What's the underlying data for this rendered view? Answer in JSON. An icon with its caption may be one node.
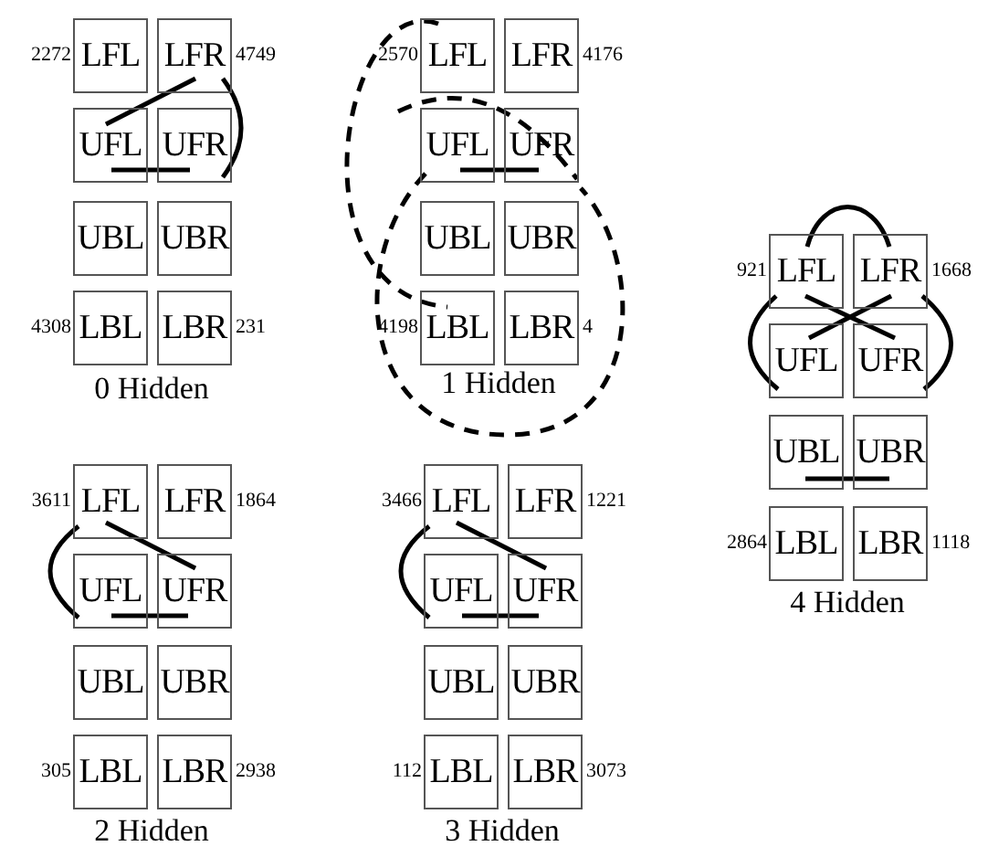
{
  "diagram": {
    "nodes": [
      {
        "text": [
          "LFL"
        ],
        "beside": [
          "2272"
        ]
      },
      {
        "text": [
          "LFR"
        ],
        "beside": [
          "4749"
        ]
      },
      {
        "text": [
          "UFL"
        ]
      },
      {
        "text": [
          "UFR"
        ]
      },
      {
        "text": [
          "UBL"
        ]
      },
      {
        "text": [
          "UBR"
        ]
      },
      {
        "text": [
          "LBL"
        ],
        "beside": [
          "4308"
        ]
      },
      {
        "text": [
          "LBR"
        ],
        "beside": [
          "231"
        ]
      },
      {
        "text": [
          "LFL"
        ],
        "beside": [
          "2570"
        ]
      },
      {
        "text": [
          "LFR"
        ],
        "beside": [
          "4176"
        ]
      },
      {
        "text": [
          "UFL"
        ]
      },
      {
        "text": [
          "UFR"
        ]
      },
      {
        "text": [
          "UBL"
        ]
      },
      {
        "text": [
          "UBR"
        ]
      },
      {
        "text": [
          "LBL"
        ],
        "beside": [
          "4198"
        ]
      },
      {
        "text": [
          "LBR"
        ],
        "beside": [
          "4"
        ]
      },
      {
        "text": [
          "LFL"
        ],
        "beside": [
          "3611"
        ]
      },
      {
        "text": [
          "LFR"
        ],
        "beside": [
          "1864"
        ]
      },
      {
        "text": [
          "UFL"
        ]
      },
      {
        "text": [
          "UFR"
        ]
      },
      {
        "text": [
          "UBL"
        ]
      },
      {
        "text": [
          "UBR"
        ]
      },
      {
        "text": [
          "LBL"
        ],
        "beside": [
          "305"
        ]
      },
      {
        "text": [
          "LBR"
        ],
        "beside": [
          "2938"
        ]
      },
      {
        "text": [
          "LFL"
        ],
        "beside": [
          "3466"
        ]
      },
      {
        "text": [
          "LFR"
        ],
        "beside": [
          "1221"
        ]
      },
      {
        "text": [
          "UFL"
        ]
      },
      {
        "text": [
          "UFR"
        ]
      },
      {
        "text": [
          "UBL"
        ]
      },
      {
        "text": [
          "UBR"
        ]
      },
      {
        "text": [
          "LBL"
        ],
        "beside": [
          "112"
        ]
      },
      {
        "text": [
          "LBR"
        ],
        "beside": [
          "3073"
        ]
      },
      {
        "text": [
          "LFL"
        ],
        "beside": [
          "921"
        ]
      },
      {
        "text": [
          "LFR"
        ],
        "beside": [
          "1668"
        ]
      },
      {
        "text": [
          "UFL"
        ]
      },
      {
        "text": [
          "UFR"
        ]
      },
      {
        "text": [
          "UBL"
        ]
      },
      {
        "text": [
          "UBR"
        ]
      },
      {
        "text": [
          "LBL"
        ],
        "beside": [
          "2864"
        ]
      },
      {
        "text": [
          "LBR"
        ],
        "beside": [
          "1118"
        ]
      }
    ],
    "edges": [
      {
        "from": 1,
        "to": 2,
        "arrow": "none"
      },
      {
        "from": 2,
        "to": 3,
        "arrow": "none"
      },
      {
        "from": 1,
        "to": 3,
        "arrow": "none"
      },
      {
        "from": 8,
        "to": 14,
        "arrow": "none",
        "style": "dashed"
      },
      {
        "from": 10,
        "to": 11,
        "arrow": "none",
        "style": "dashed"
      },
      {
        "from": 10,
        "to": 11,
        "arrow": "none",
        "style": "dashed"
      },
      {
        "from": 10,
        "to": 11,
        "arrow": "none"
      },
      {
        "from": 16,
        "to": 18,
        "arrow": "none"
      },
      {
        "from": 16,
        "to": 19,
        "arrow": "none"
      },
      {
        "from": 18,
        "to": 19,
        "arrow": "none"
      },
      {
        "from": 24,
        "to": 26,
        "arrow": "none"
      },
      {
        "from": 24,
        "to": 27,
        "arrow": "none"
      },
      {
        "from": 26,
        "to": 27,
        "arrow": "none"
      },
      {
        "from": 32,
        "to": 33,
        "arrow": "none"
      },
      {
        "from": 32,
        "to": 35,
        "arrow": "none"
      },
      {
        "from": 33,
        "to": 34,
        "arrow": "none"
      },
      {
        "from": 32,
        "to": 34,
        "arrow": "none"
      },
      {
        "from": 33,
        "to": 35,
        "arrow": "none"
      },
      {
        "from": 36,
        "to": 37,
        "arrow": "none"
      }
    ],
    "labels": [
      "0 Hidden",
      "1 Hidden",
      "2 Hidden",
      "3 Hidden",
      "4 Hidden"
    ]
  }
}
